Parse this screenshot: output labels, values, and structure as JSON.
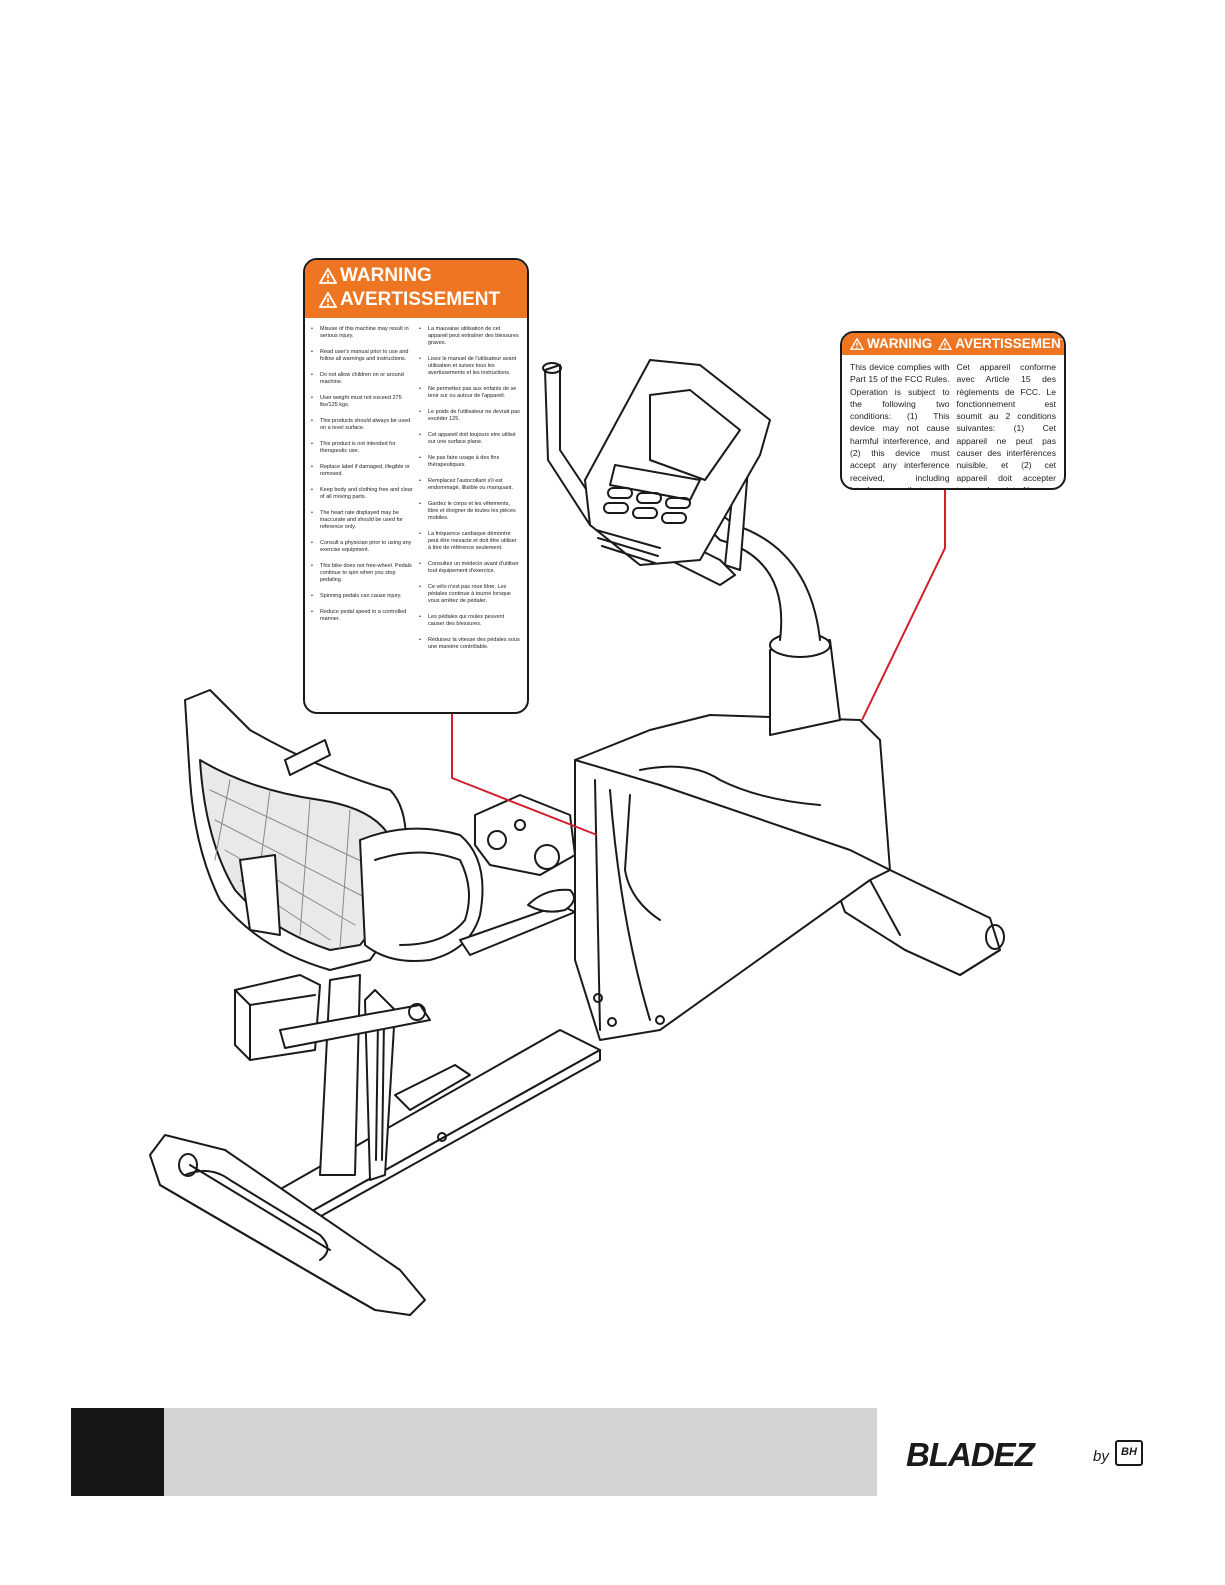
{
  "label_large": {
    "title_en": "WARNING",
    "title_fr": "AVERTISSEMENT",
    "items_en": [
      "Misuse of this machine may result in serious injury.",
      "Read user's manual prior to use and follow all warnings and instructions.",
      "Do not allow children on or around machine.",
      "User weight must not exceed 275 lbs/125 kgs.",
      "This products should always be used on a level surface.",
      "This product is not intended for therapeutic use.",
      "Replace label if damaged, illegible or removed.",
      "Keep body and clothing free and clear of all moving parts.",
      "The heart rate displayed may be inaccurate and should be used for reference only.",
      "Consult a physician prior to using any exercise equipment.",
      "This bike does not free-wheel. Pedals continue to spin when you stop pedaling.",
      "Spinning pedals can cause injury.",
      "Reduce pedal speed in a controlled manner."
    ],
    "items_fr": [
      "La mauvaise utilisation de cet appareil peut entraîner des blessures graves.",
      "Lisez le manuel de l'utilisateur avant utilisation et suivez tous les avertissements et les instructions.",
      "Ne permettez pas aux enfants de se tenir sur ou autour de l'appareil.",
      "Le poids de l'utilisateur ne devrait pas excéder 125.",
      "Cet appareil doit toujours etre utilisé sur une surface plane.",
      "Ne pas faire usage à des fins thérapeutiques.",
      "Remplacez l'autocollant s'il est endommagé, illisible ou manquant.",
      "Gardez le corps et les vêtements, libre et éloigner de toutes les pièces mobiles.",
      "La fréquence cardiaque démontré peut être inexacte et doit être utiliser à titre de référence seulement.",
      "Consultez un médecin avant d'utiliser tout équipement d'exercice.",
      "Ce vélo n'est pas roue libre. Les pédales continue à tourné lorsque vous arrêtez de pédaler.",
      "Les pédales qui roules peuvent causer des blessures.",
      "Réduisez la vitesse des pédales sous une manière contrôlable."
    ]
  },
  "label_small": {
    "title_en": "WARNING",
    "title_fr": "AVERTISSEMENT",
    "text_en": "This device complies with Part 15 of the FCC Rules. Operation is subject to the following two conditions: (1) This device may not cause harmful interference, and (2) this device must accept any interference received, including interference that may cause undesired operation.",
    "text_fr": "Cet appareil conforme avec Article 15 des règlements de FCC. Le fonctionnement est soumit au 2 conditions suivantes: (1) Cet appareil ne peut pas causer des interférences nuisible, et (2) cet appareil doit accepter toutes les interférences reçues, y compris les interférences qui peuvent causer l'opération indésirable."
  },
  "logo": {
    "brand": "BLADEZ",
    "by": "by",
    "mark": "BH"
  },
  "colors": {
    "label_header": "#ee7622",
    "leader_line": "#d11f2c",
    "footer_black": "#161616",
    "footer_gray": "#d4d4d4"
  },
  "icons": [
    "warning-triangle-icon"
  ]
}
